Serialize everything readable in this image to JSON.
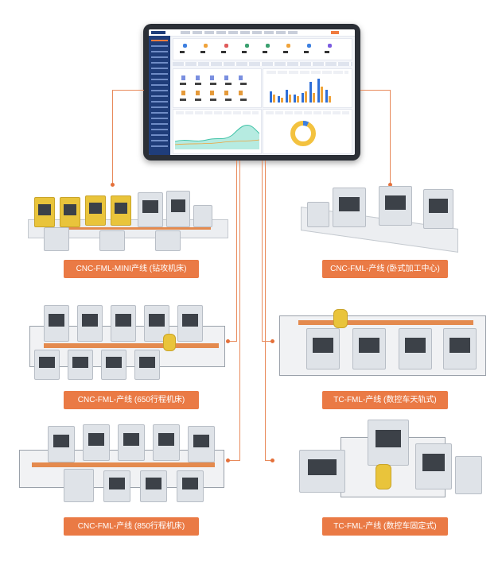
{
  "labels": {
    "mini": "CNC-FML-MINI产线 (钻攻机床)",
    "horizontal": "CNC-FML-产线 (卧式加工中心)",
    "cnc650": "CNC-FML-产线 (650行程机床)",
    "gantry": "TC-FML-产线 (数控车天轨式)",
    "cnc850": "CNC-FML-产线 (850行程机床)",
    "fixed": "TC-FML-产线 (数控车固定式)"
  },
  "colors": {
    "accent": "#ea7a45",
    "line": "#e88a5b",
    "sidebar": "#1f3d7a"
  }
}
